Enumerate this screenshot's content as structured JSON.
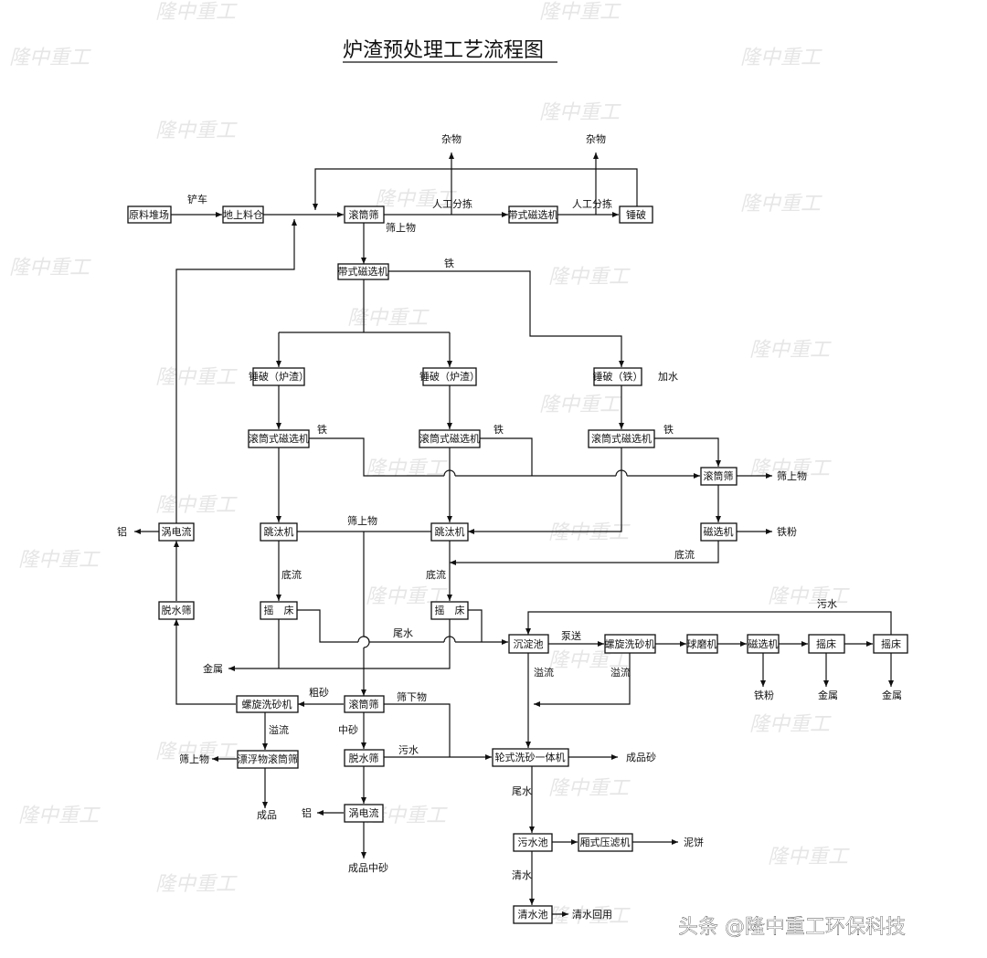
{
  "title": "炉渣预处理工艺流程图",
  "credit": "头条 @隆中重工环保科技",
  "boxes": {
    "yuanliao": "原料堆场",
    "dishang": "地上料仓",
    "gunto1": "滚筒筛",
    "daishi_top": "带式磁选机",
    "chuipo_top": "锤破",
    "daishi2": "带式磁选机",
    "chuipo_l": "锤破（炉渣）",
    "chuipo_m": "锤破（炉渣）",
    "chuipo_r": "锤破（铁）",
    "gtcx_l": "滚筒式磁选机",
    "gtcx_m": "滚筒式磁选机",
    "gtcx_r": "滚筒式磁选机",
    "gunto_r": "滚筒筛",
    "cixuan_r": "磁选机",
    "wodian_l": "涡电流",
    "tiaotai_l": "跳汰机",
    "tiaotai_m": "跳汰机",
    "yaochuang_l": "摇　床",
    "yaochuang_m": "摇　床",
    "tuoshui_l": "脱水筛",
    "chendian": "沉淀池",
    "luoxuan_r": "螺旋洗砂机",
    "qiumo": "球磨机",
    "cixuan_b": "磁选机",
    "yaochuang_b1": "摇床",
    "yaochuang_b2": "摇床",
    "luoxuan_l": "螺旋洗砂机",
    "gunto_b": "滚筒筛",
    "piaofu": "漂浮物滚筒筛",
    "tuoshui_b": "脱水筛",
    "lunshi": "轮式洗砂一体机",
    "wodian_b": "涡电流",
    "wushuichi": "污水池",
    "xiangshi": "厢式压滤机",
    "qingshuichi": "清水池"
  },
  "labels": {
    "chanche": "铲车",
    "zawu_l": "杂物",
    "zawu_r": "杂物",
    "rengong_l": "人工分拣",
    "rengong_r": "人工分拣",
    "shaishangwu_top": "筛上物",
    "tie_top": "铁",
    "jiashui": "加水",
    "tie_l": "铁",
    "tie_m": "铁",
    "tie_r": "铁",
    "shaishangwu_r": "筛上物",
    "tiefen_r": "铁粉",
    "lv_l": "铝",
    "shaishangwu_mid": "筛上物",
    "diliu_l": "底流",
    "diliu_m": "底流",
    "diliu_r": "底流",
    "wushui_top": "污水",
    "weishui_mid": "尾水",
    "bengsong": "泵送",
    "jinshu_l": "金属",
    "yiliu_chendian": "溢流",
    "yiliu_luoxuan": "溢流",
    "tiefen_b": "铁粉",
    "jinshu_b1": "金属",
    "jinshu_b2": "金属",
    "cusha": "粗砂",
    "shaixiawu": "筛下物",
    "yiliu_l": "溢流",
    "zhongsha": "中砂",
    "shaishangwu_l": "筛上物",
    "wushui_b": "污水",
    "chengpinsha": "成品砂",
    "chengpin": "成品",
    "lv_b": "铝",
    "weishui_b": "尾水",
    "nibing": "泥饼",
    "qingshui": "清水",
    "qingshui_huiyong": "清水回用",
    "chengpin_zhongsha": "成品中砂"
  },
  "watermark": "隆中重工"
}
